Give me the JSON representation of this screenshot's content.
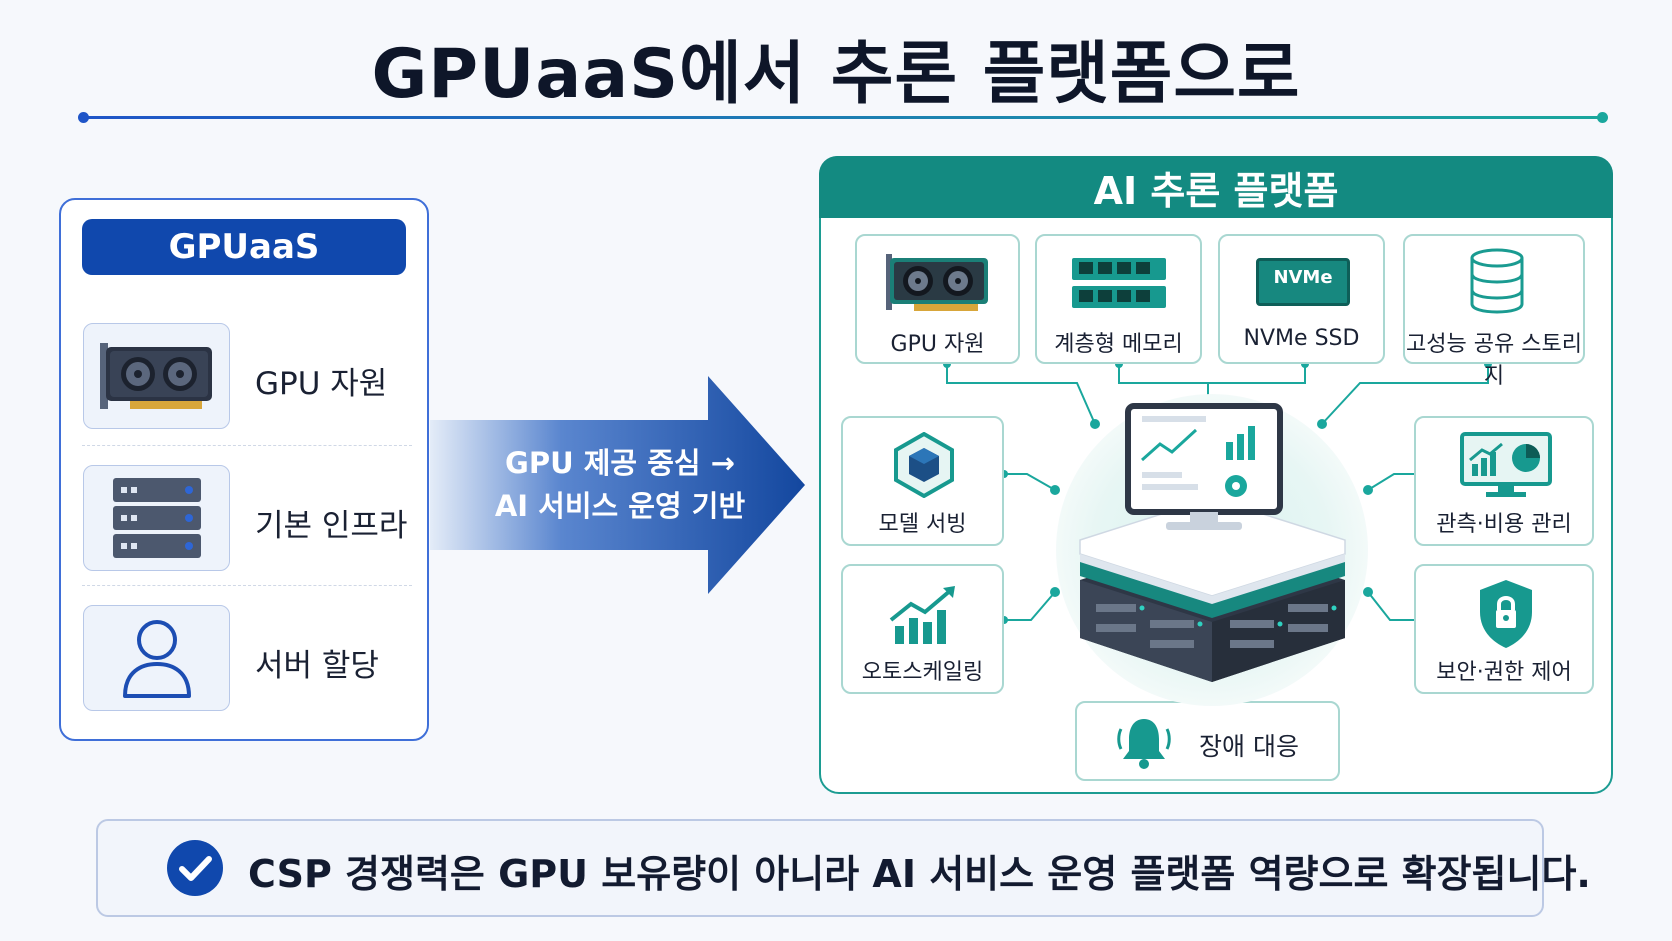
{
  "title": "GPUaaS에서 추론 플랫폼으로",
  "colors": {
    "navy": "#1048ad",
    "teal": "#138a81",
    "tealLight": "#a9d7d1",
    "accentBlue": "#1f55c8",
    "accentTeal": "#1aa79d"
  },
  "left_panel": {
    "header": "GPUaaS",
    "items": [
      {
        "label": "GPU 자원",
        "icon": "gpu-card-icon"
      },
      {
        "label": "기본 인프라",
        "icon": "server-rack-icon"
      },
      {
        "label": "서버 할당",
        "icon": "user-icon"
      }
    ]
  },
  "arrow": {
    "line1": "GPU 제공 중심 →",
    "line2": "AI 서비스 운영 기반"
  },
  "right_panel": {
    "header": "AI 추론 플랫폼",
    "top_row": [
      {
        "label": "GPU 자원",
        "icon": "gpu-card-icon"
      },
      {
        "label": "계층형 메모리",
        "icon": "memory-module-icon"
      },
      {
        "label": "NVMe SSD",
        "icon": "nvme-ssd-icon",
        "badge": "NVMe"
      },
      {
        "label": "고성능 공유 스토리지",
        "icon": "database-icon"
      }
    ],
    "left_col": [
      {
        "label": "모델 서빙",
        "icon": "model-cube-icon"
      },
      {
        "label": "오토스케일링",
        "icon": "growth-chart-icon"
      }
    ],
    "right_col": [
      {
        "label": "관측·비용 관리",
        "icon": "monitor-dashboard-icon"
      },
      {
        "label": "보안·권한 제어",
        "icon": "shield-lock-icon"
      }
    ],
    "bottom": {
      "label": "장애 대응",
      "icon": "alarm-bell-icon"
    },
    "center": {
      "icon": "platform-server-icon"
    }
  },
  "note": {
    "text": "CSP  경쟁력은 GPU 보유량이 아니라 AI 서비스 운영 플랫폼 역량으로 확장됩니다.",
    "icon": "check-circle-icon"
  }
}
